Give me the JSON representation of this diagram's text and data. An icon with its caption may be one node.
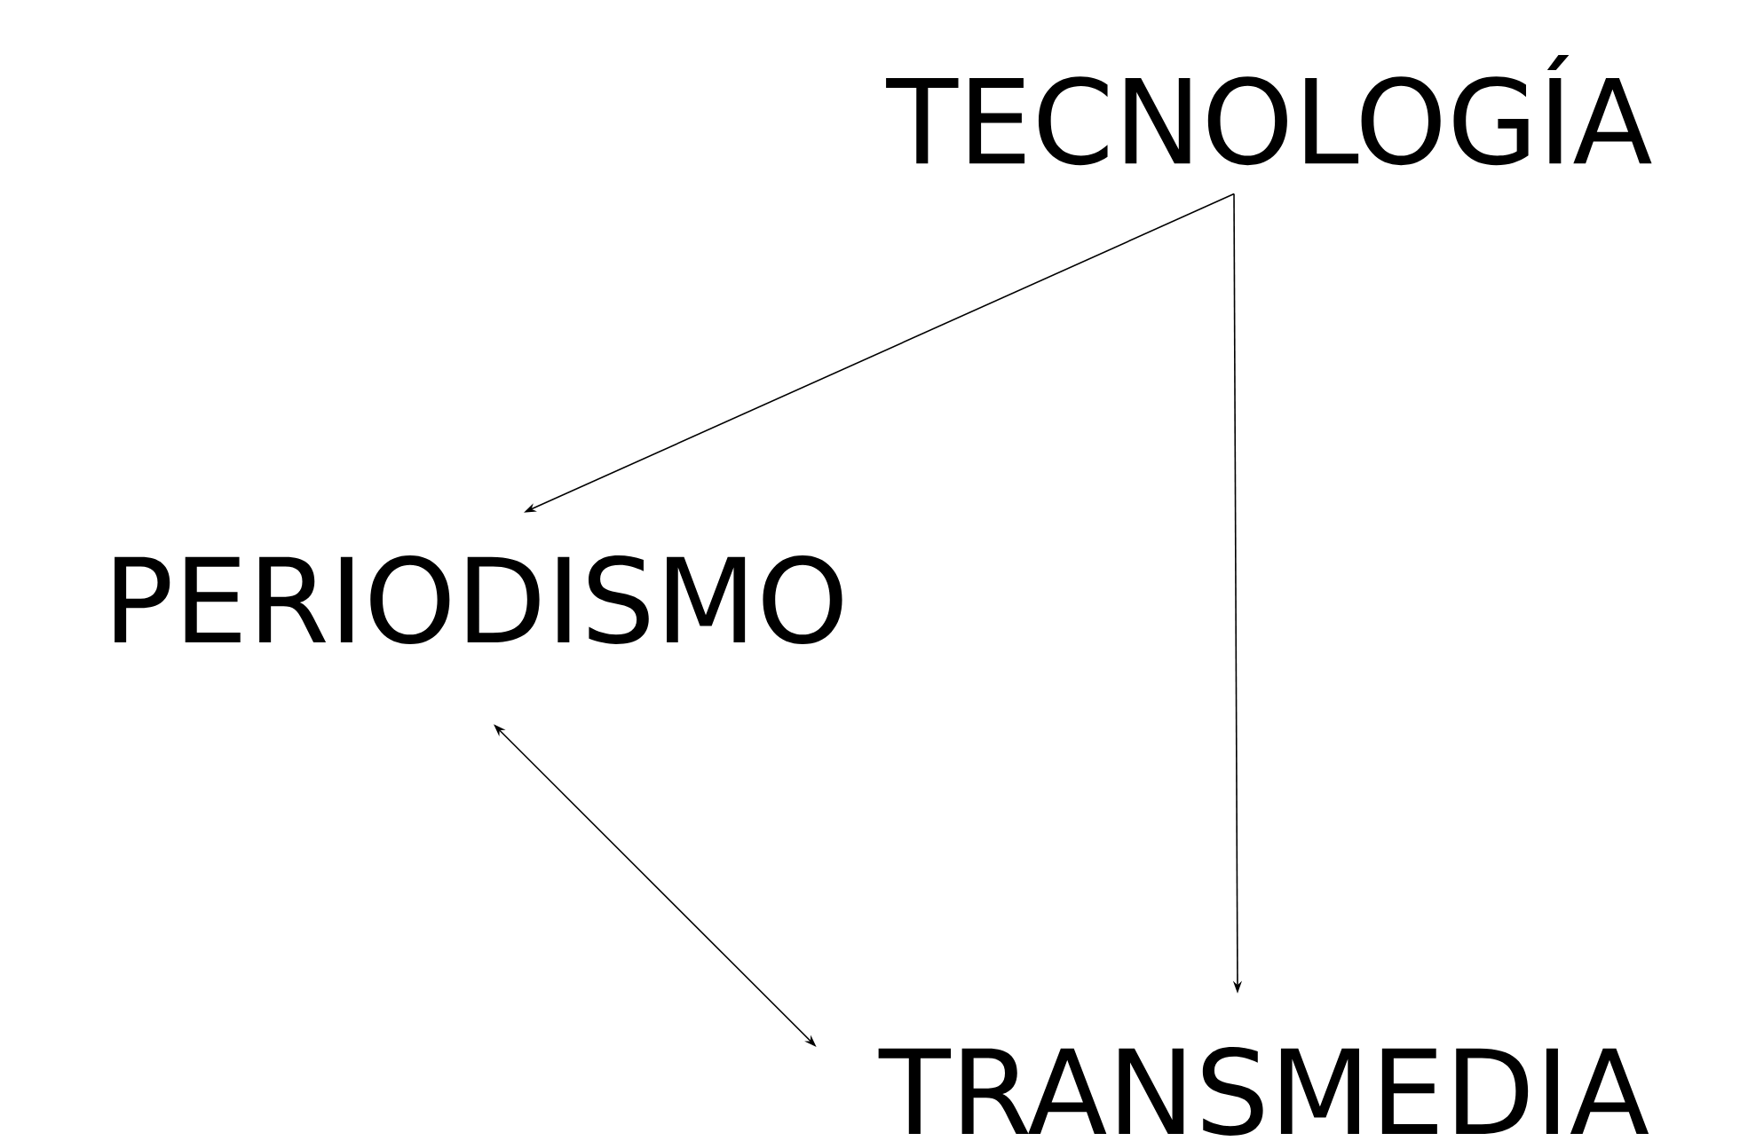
{
  "diagram": {
    "nodes": [
      {
        "text": [
          "TECNOLOGÍA"
        ]
      },
      {
        "text": [
          "PERIODISMO"
        ]
      },
      {
        "text": [
          "TRANSMEDIA"
        ]
      }
    ],
    "edges": [
      {
        "from": 0,
        "to": 1,
        "arrow": "to"
      },
      {
        "from": 0,
        "to": 2,
        "arrow": "to"
      },
      {
        "from": 1,
        "to": 2,
        "arrow": "both"
      }
    ]
  }
}
